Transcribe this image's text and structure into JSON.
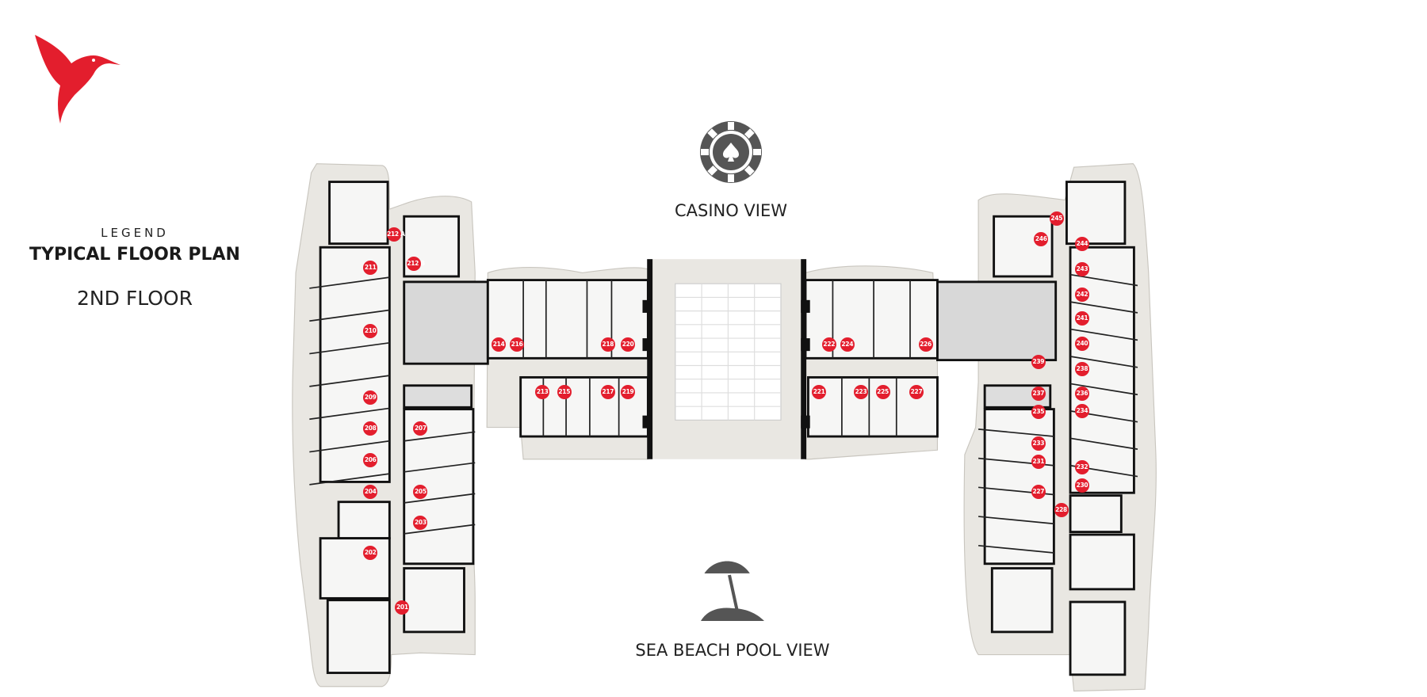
{
  "legend": {
    "label": "LEGEND",
    "title": "TYPICAL FLOOR PLAN",
    "floor": "2ND FLOOR"
  },
  "views": {
    "top": "CASINO VIEW",
    "bottom": "SEA BEACH POOL VIEW"
  },
  "icons": {
    "logo": "hummingbird-logo",
    "casino": "casino-chip-icon",
    "beach": "beach-umbrella-icon"
  },
  "colors": {
    "accent": "#e31e2d",
    "terrace": "#e9e7e2",
    "walls": "#111111",
    "icon": "#555555"
  },
  "rooms": {
    "left_wing": [
      "212 A",
      "212 B",
      "211",
      "210",
      "209",
      "208",
      "206",
      "204",
      "207",
      "205",
      "203",
      "202",
      "201"
    ],
    "center_left": [
      "214",
      "216",
      "218",
      "220",
      "213",
      "215",
      "217",
      "219"
    ],
    "center_right": [
      "222",
      "224",
      "226",
      "221",
      "223",
      "225",
      "227"
    ],
    "right_wing": [
      "245",
      "246",
      "244",
      "243",
      "242",
      "241",
      "240",
      "238",
      "236",
      "234",
      "232",
      "230",
      "239",
      "237",
      "235",
      "233",
      "231",
      "227",
      "228"
    ]
  }
}
